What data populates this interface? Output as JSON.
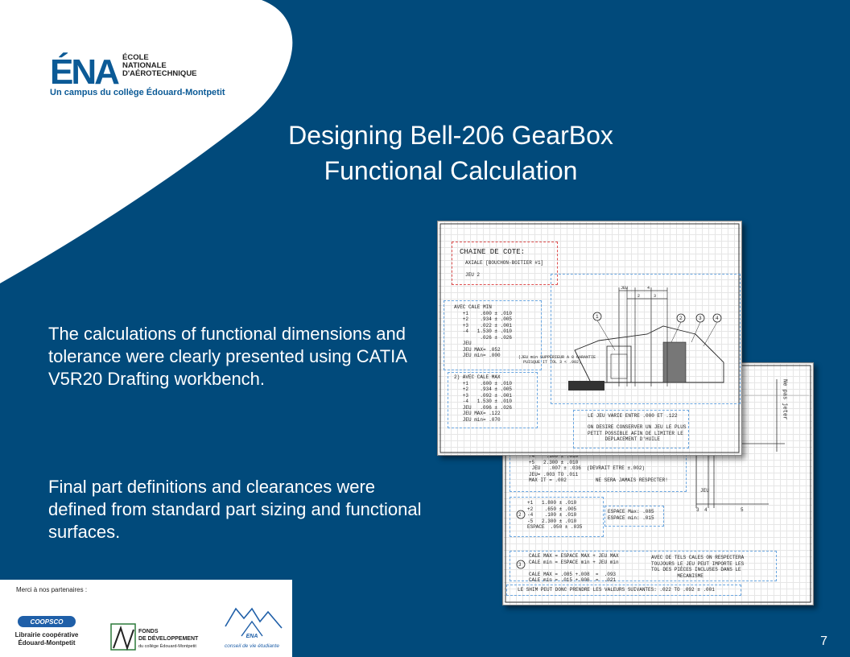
{
  "logo": {
    "mark": "ÉNA",
    "line1": "ÉCOLE",
    "line2": "NATIONALE",
    "line3": "D'AÉROTECHNIQUE",
    "tagline": "Un campus du collège Édouard-Montpetit"
  },
  "title": {
    "line1": "Designing Bell-206 GearBox",
    "line2": "Functional Calculation"
  },
  "paragraphs": {
    "p1": "The calculations of functional dimensions and tolerance were clearly presented using CATIA V5R20 Drafting workbench.",
    "p2": "Final part definitions and clearances were defined from standard part sizing and functional surfaces."
  },
  "drawing_front": {
    "header_title": "CHAINE DE COTE:",
    "header_sub": "AXIALE [BOUCHON-BOITIER #1]",
    "header_jeu": "JEU 2",
    "calc1": "AVEC CALE MIN\n   +1    .600 ± .010\n   +2    .934 ± .005\n   +3    .022 ± .001\n   -4   1.530 ± .010\n         .026 ± .026\n   JEU\n   JEU MAX= .052\n   JEU min= .000",
    "note_jeu": "(JEU min SUPPERIEUR A 0 GARANTIE\n  PUISQUE IT TOL 3 < .002)",
    "calc2": "2) AVEC CALE MAX\n   +1    .600 ± .010\n   +2    .934 ± .005\n   +3    .092 ± .001\n   -4   1.530 ± .010\n   JEU   .096 ± .026\n   JEU MAX= .122\n   JEU min= .070",
    "note_varie": "LE JEU VARIE ENTRE .000 ET .122",
    "note_desire": "ON DESIRE CONSERVER UN JEU LE PLUS\nPETIT POSSIBLE AFIN DE LIMITER LE\n      DEPLACEMENT D'HUILE"
  },
  "drawing_back": {
    "calc_top": "+4    .100 ± .010\n+5   2.300 ± .010\n JEU   .007 ± .036  (DEVRAIT ETRE ±.002)\nJEU= .003 TO .011\nMAX IT = .002          NE SERA JAMAIS RESPECTER!",
    "calc_2": "+1   1.800 ± .010\n+2    .650 ± .005\n-4    .100 ± .010\n-5   2.300 ± .010\nESPACE  .050 ± .035",
    "espace": "ESPACE Max: .085\nESPACE min: .015",
    "calc_3": "CALE MAX = ESPACE MAX + JEU MAX\nCALE min = ESPACE min + JEU min\n\nCALE MAX = .085 +.008  =  .093\nCALE min = .015 +.006  =  .021",
    "note_cales": "AVEC DE TELS CALES ON RESPECTERA\nTOUJOURS LE JEU PEUT IMPORTE LES\nTOL DES PIÈCES INCLUSES DANS LE\n         MECANISME",
    "shim": "LE SHIM PEUT DONC PRENDRE LES VALEURS SUIVANTES: .022 TO .092 ± .001",
    "side_label": "Ne pas jeter"
  },
  "sponsors": {
    "title": "Merci à nos partenaires :",
    "coop_badge": "COOPSCO",
    "coop_line1": "Librairie coopérative",
    "coop_line2": "Édouard-Montpetit",
    "fonds_line1": "FONDS",
    "fonds_line2": "DE DÉVELOPPEMENT",
    "fonds_line3": "du collège Édouard-Montpetit",
    "cve_mark": "ENA",
    "cve_label": "conseil de vie étudiante"
  },
  "page_number": "7",
  "colors": {
    "background": "#014a7b",
    "logo_blue": "#0b5a96",
    "text": "#ffffff"
  }
}
